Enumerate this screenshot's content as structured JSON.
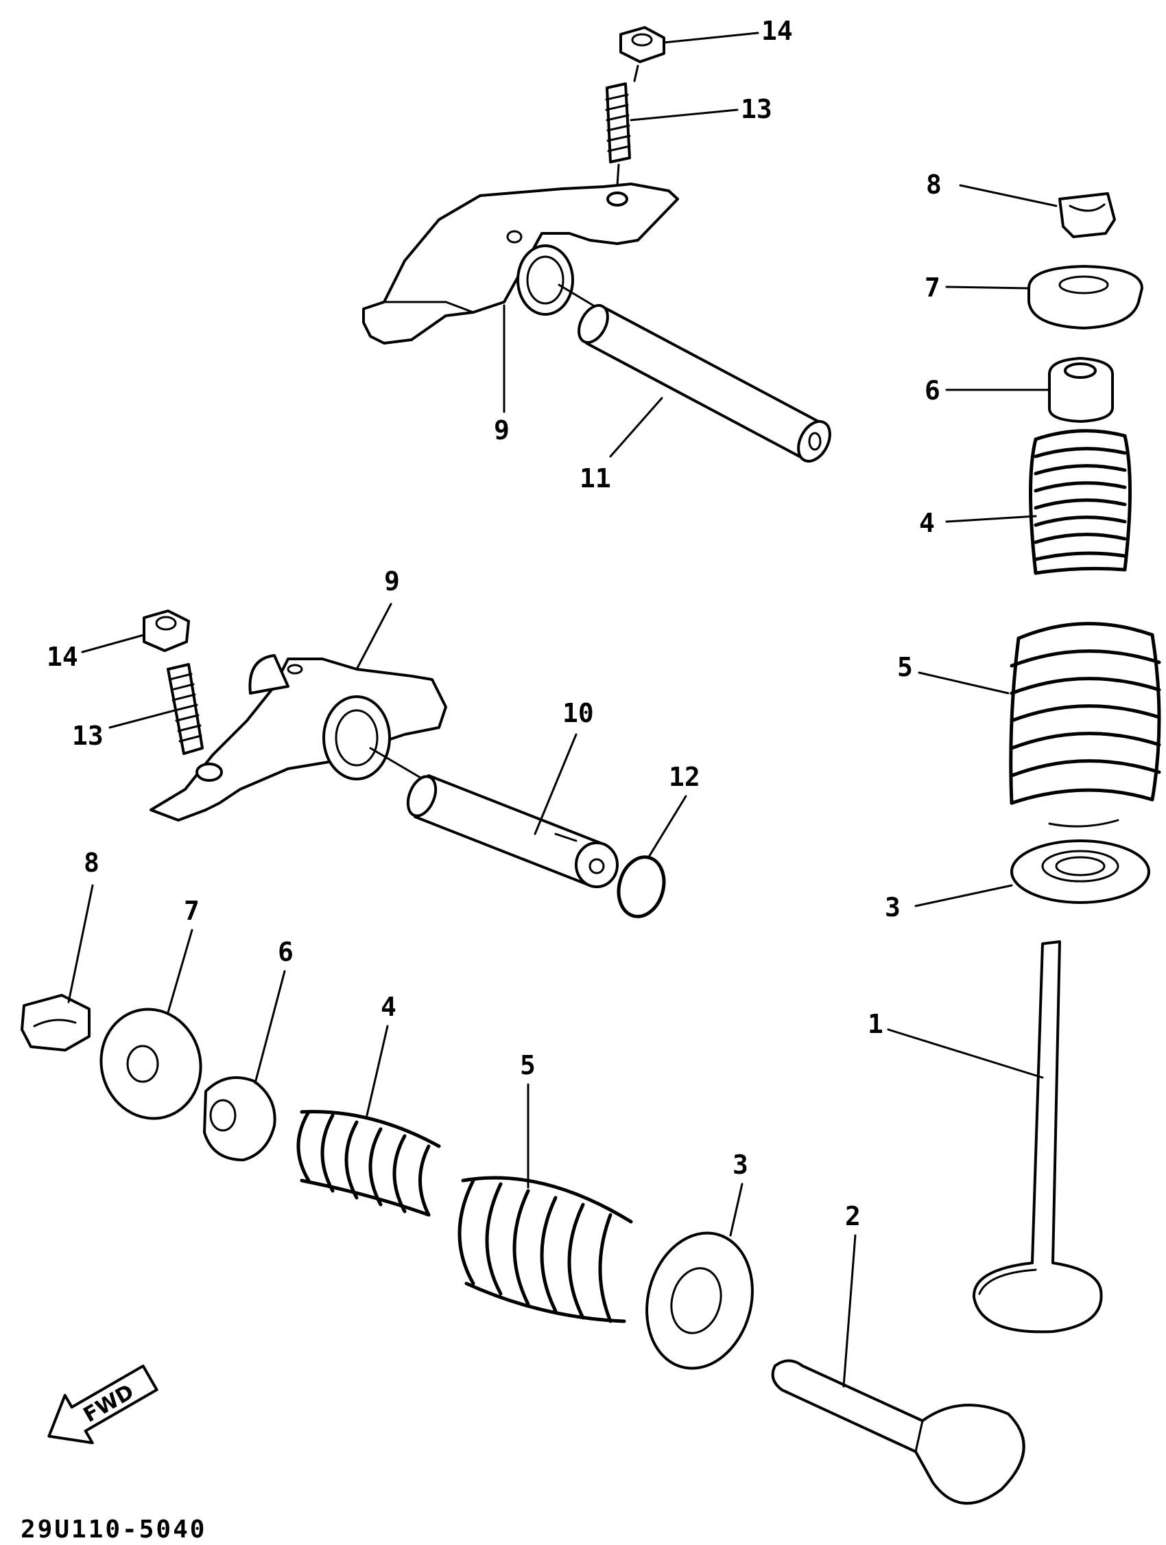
{
  "diagram": {
    "part_labels": [
      {
        "id": "14-top",
        "text": "14"
      },
      {
        "id": "13-top",
        "text": "13"
      },
      {
        "id": "8-right",
        "text": "8"
      },
      {
        "id": "7-right",
        "text": "7"
      },
      {
        "id": "6-right",
        "text": "6"
      },
      {
        "id": "9-top",
        "text": "9"
      },
      {
        "id": "11",
        "text": "11"
      },
      {
        "id": "4-right",
        "text": "4"
      },
      {
        "id": "9-mid",
        "text": "9"
      },
      {
        "id": "14-mid",
        "text": "14"
      },
      {
        "id": "5-right",
        "text": "5"
      },
      {
        "id": "13-mid",
        "text": "13"
      },
      {
        "id": "10",
        "text": "10"
      },
      {
        "id": "12",
        "text": "12"
      },
      {
        "id": "8-left",
        "text": "8"
      },
      {
        "id": "3-right",
        "text": "3"
      },
      {
        "id": "7-left",
        "text": "7"
      },
      {
        "id": "6-left",
        "text": "6"
      },
      {
        "id": "4-left",
        "text": "4"
      },
      {
        "id": "1",
        "text": "1"
      },
      {
        "id": "5-left",
        "text": "5"
      },
      {
        "id": "3-left",
        "text": "3"
      },
      {
        "id": "2",
        "text": "2"
      }
    ],
    "direction_arrow": "FWD",
    "drawing_code": "29U110-5040"
  }
}
